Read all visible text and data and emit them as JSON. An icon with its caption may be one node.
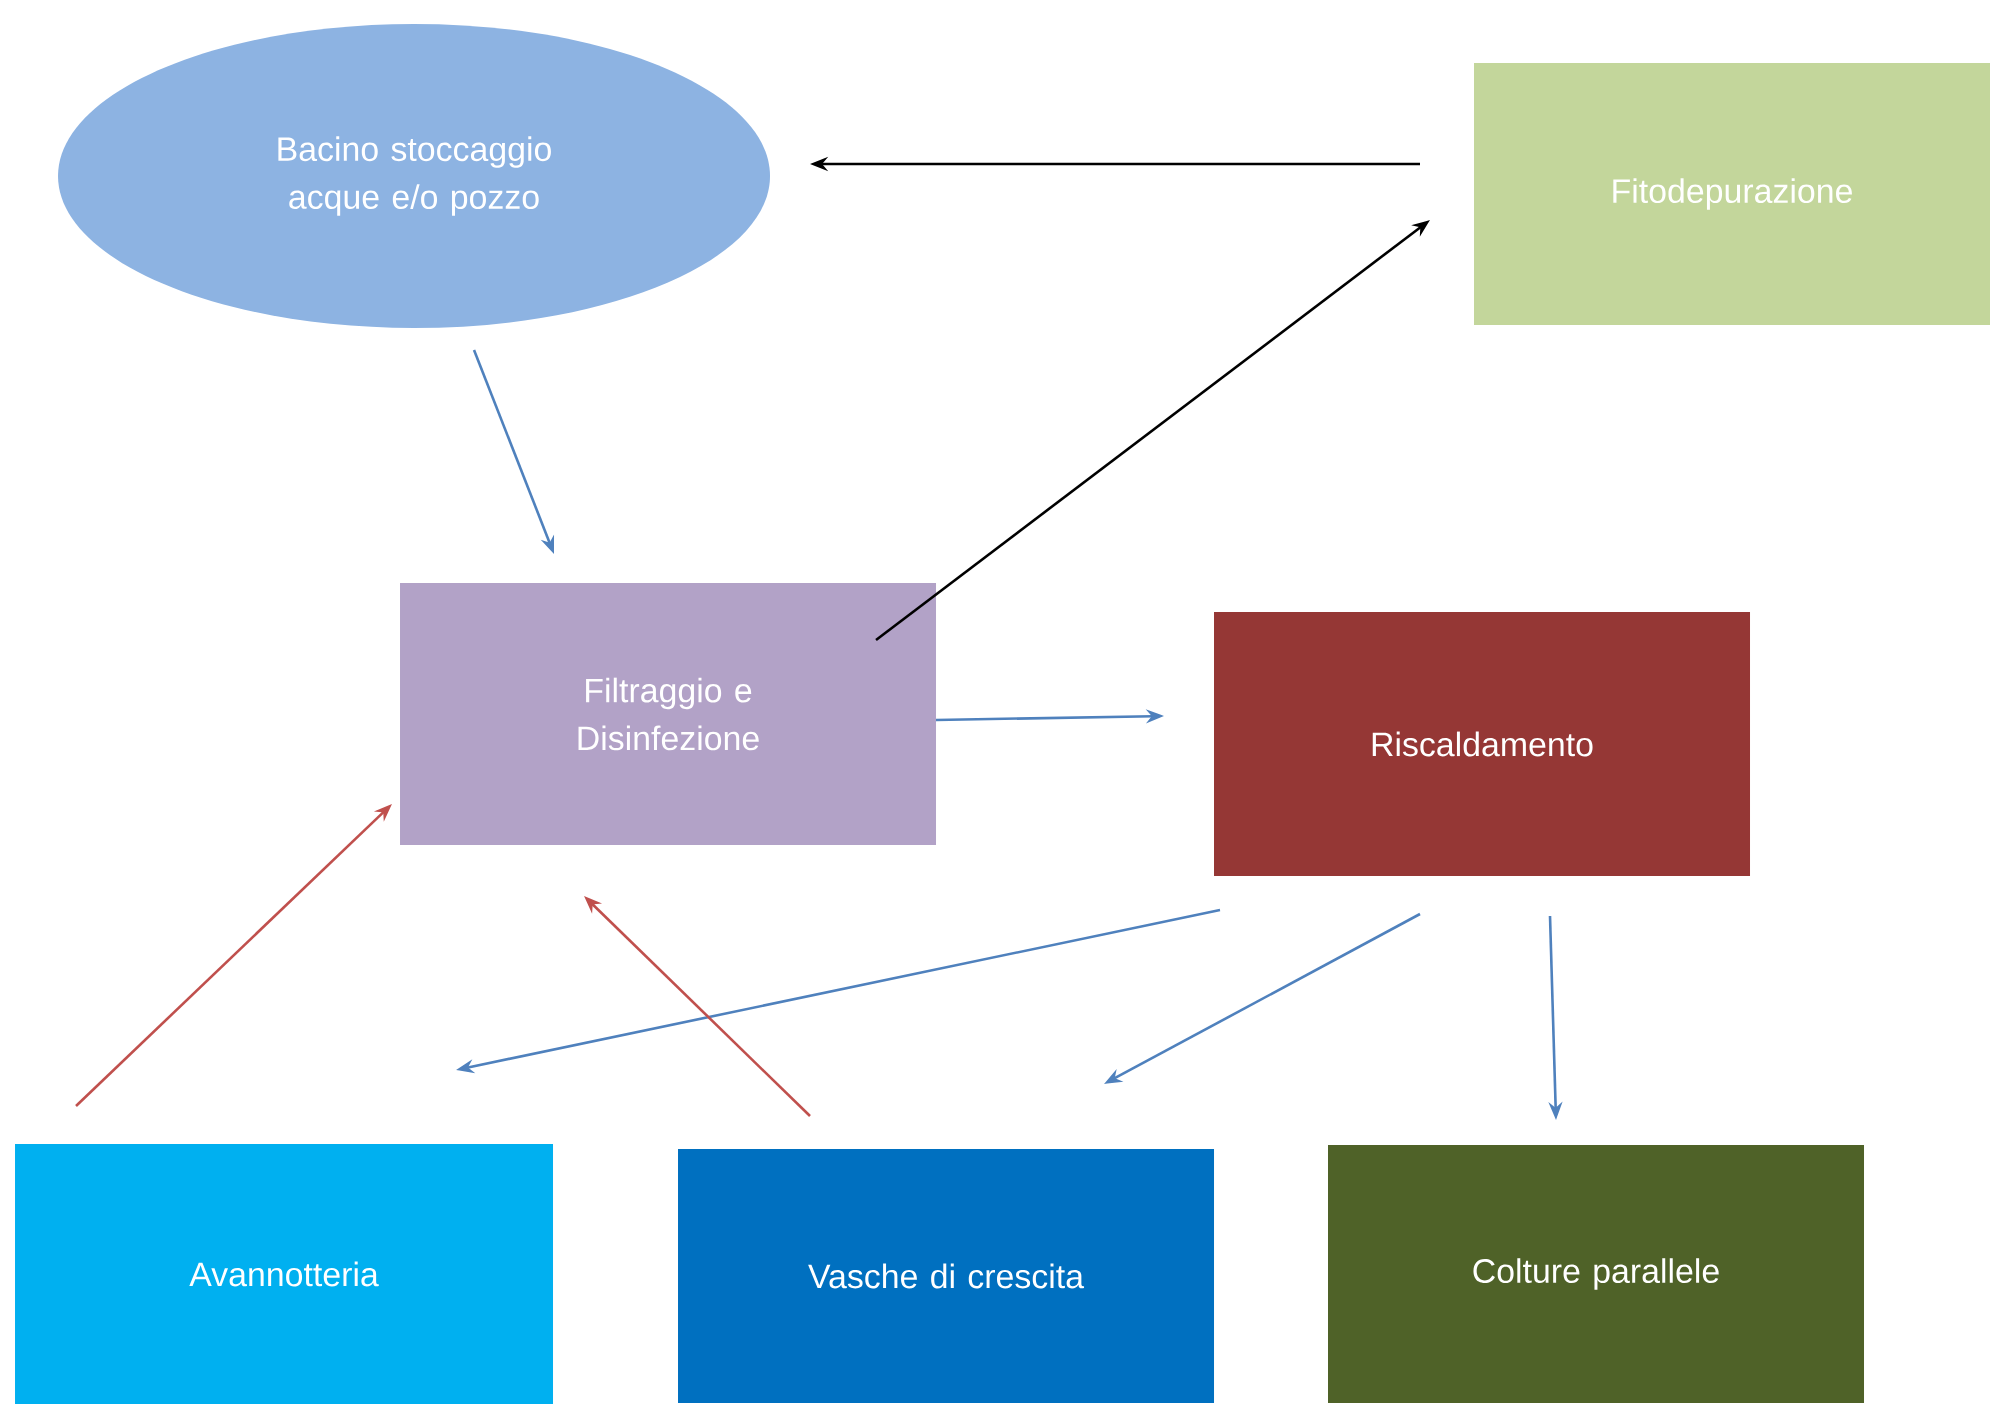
{
  "diagram": {
    "nodes": [
      {
        "text": [
          "Bacino stoccaggio acque e/o pozzo"
        ]
      },
      {
        "text": [
          "Fitodepurazione"
        ]
      },
      {
        "text": [
          "Filtraggio e Disinfezione"
        ]
      },
      {
        "text": [
          "Riscaldamento"
        ]
      },
      {
        "text": [
          "Avannotteria"
        ]
      },
      {
        "text": [
          "Vasche di crescita"
        ]
      },
      {
        "text": [
          "Colture parallele"
        ]
      }
    ],
    "edges": [
      {
        "from": 1,
        "to": 0,
        "arrow": "to",
        "color": "#000000"
      },
      {
        "from": 0,
        "to": 2,
        "arrow": "to"
      },
      {
        "from": 2,
        "to": 1,
        "arrow": "to",
        "color": "#000000"
      },
      {
        "from": 2,
        "to": 3,
        "arrow": "to"
      },
      {
        "from": 3,
        "to": 4,
        "arrow": "to"
      },
      {
        "from": 3,
        "to": 5,
        "arrow": "to"
      },
      {
        "from": 3,
        "to": 6,
        "arrow": "to"
      },
      {
        "from": 4,
        "to": 2,
        "arrow": "to",
        "color": "#c0504d"
      },
      {
        "from": 5,
        "to": 2,
        "arrow": "to",
        "color": "#c0504d"
      }
    ]
  }
}
